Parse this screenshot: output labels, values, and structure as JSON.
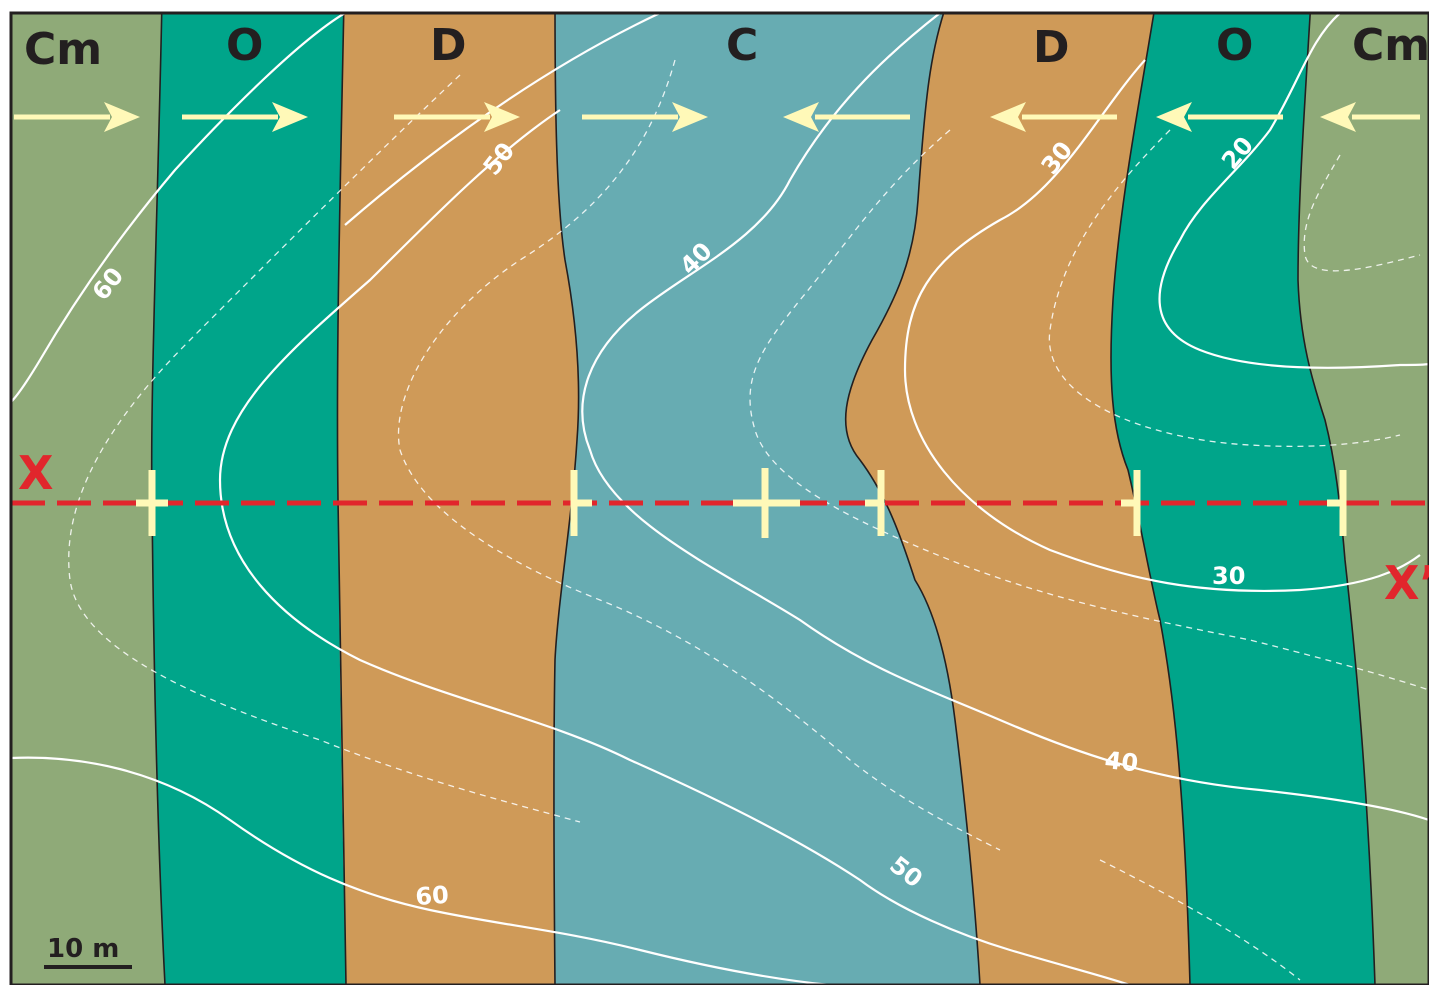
{
  "units": {
    "cm_left": "Cm",
    "o_left": "O",
    "d_left": "D",
    "c_center": "C",
    "d_right": "D",
    "o_right": "O",
    "cm_right": "Cm"
  },
  "unit_colors": {
    "Cm": "#8faa78",
    "O": "#00a58a",
    "D": "#cf9a58",
    "C": "#67acb2"
  },
  "contour_labels": {
    "c60_left": "60",
    "c50_top": "50",
    "c40_mid": "40",
    "c30_top": "30",
    "c20_top": "20",
    "c30_right": "30",
    "c40_right": "40",
    "c50_bottom": "50",
    "c60_bottom": "60"
  },
  "section": {
    "start_label": "X",
    "end_label": "X’",
    "line_color": "#e1262c"
  },
  "scale_bar": {
    "label": "10 m"
  },
  "symbol_color": "#fff9b8",
  "contour_color": "#ffffff"
}
